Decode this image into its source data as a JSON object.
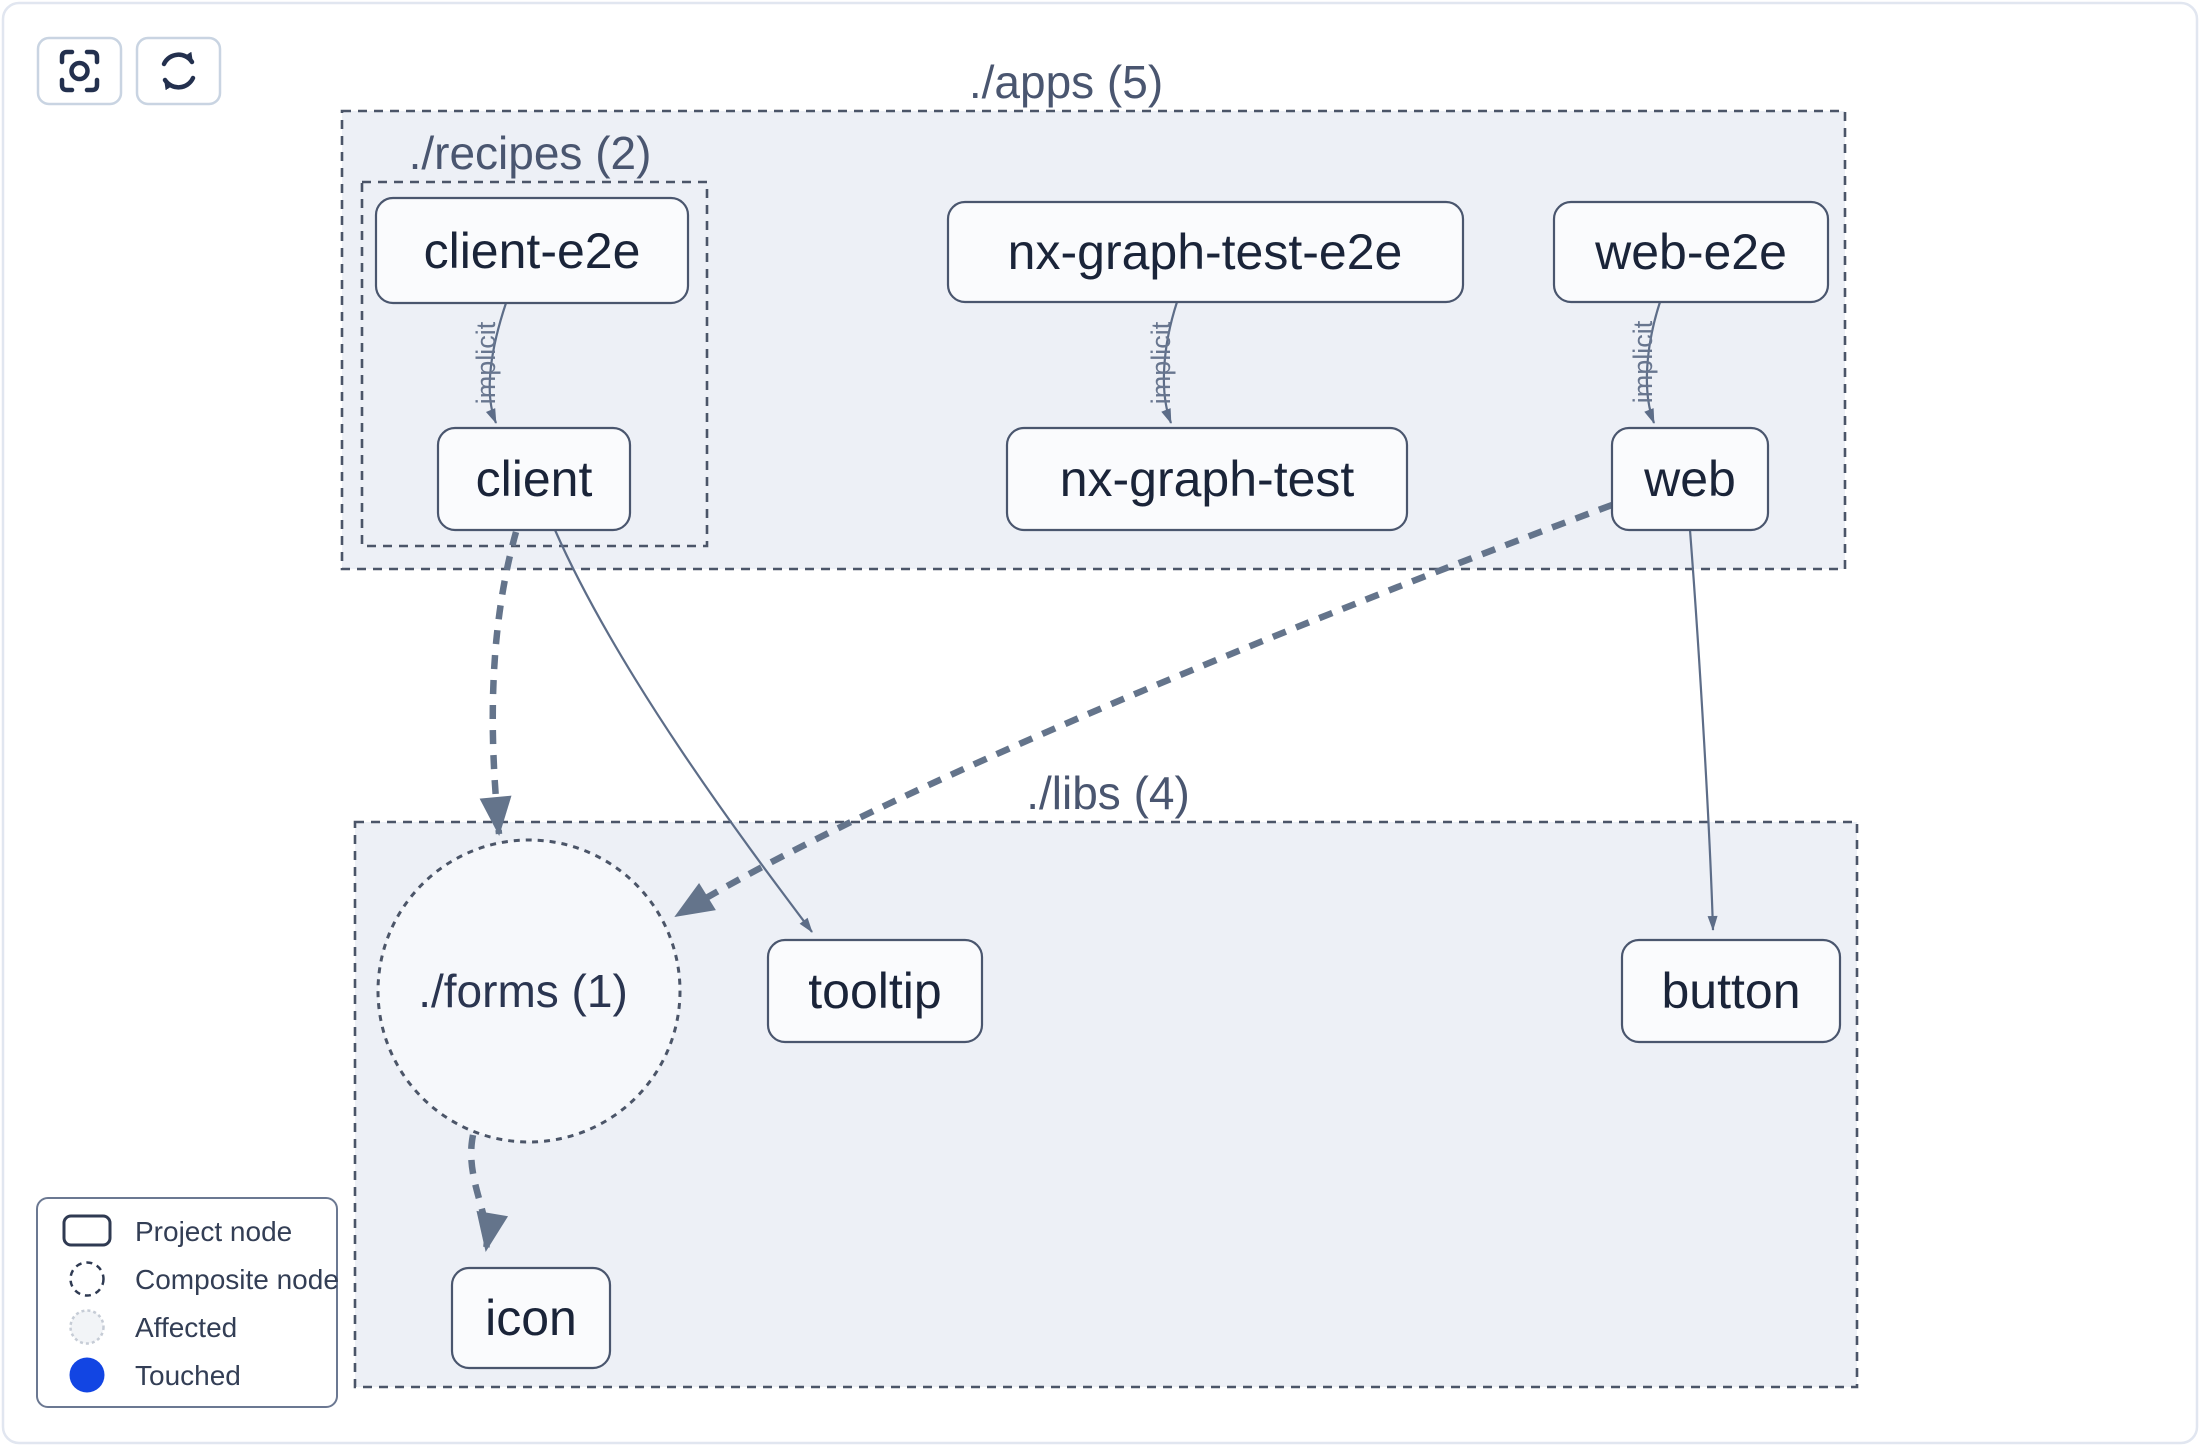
{
  "toolbar": {
    "buttons": [
      {
        "name": "focus-selection",
        "icon": "scan-focus-icon"
      },
      {
        "name": "refresh-graph",
        "icon": "refresh-icon"
      }
    ]
  },
  "groups": {
    "apps": {
      "label": "./apps (5)"
    },
    "recipes": {
      "label": "./recipes (2)"
    },
    "libs": {
      "label": "./libs (4)"
    },
    "forms": {
      "label": "./forms (1)",
      "type": "composite"
    }
  },
  "nodes": {
    "client_e2e": "client-e2e",
    "client": "client",
    "nx_graph_test_e2e": "nx-graph-test-e2e",
    "nx_graph_test": "nx-graph-test",
    "web_e2e": "web-e2e",
    "web": "web",
    "tooltip": "tooltip",
    "button": "button",
    "icon": "icon"
  },
  "edges": {
    "client_e2e_to_client": {
      "from": "client-e2e",
      "to": "client",
      "label": "implicit",
      "style": "solid"
    },
    "nx_graph_test_e2e_to_nx_graph_test": {
      "from": "nx-graph-test-e2e",
      "to": "nx-graph-test",
      "label": "implicit",
      "style": "solid"
    },
    "web_e2e_to_web": {
      "from": "web-e2e",
      "to": "web",
      "label": "implicit",
      "style": "solid"
    },
    "client_to_forms": {
      "from": "client",
      "to": "./forms (1)",
      "style": "thick-dashed"
    },
    "client_to_tooltip": {
      "from": "client",
      "to": "tooltip",
      "style": "solid"
    },
    "web_to_forms": {
      "from": "web",
      "to": "./forms (1)",
      "style": "thick-dashed"
    },
    "web_to_button": {
      "from": "web",
      "to": "button",
      "style": "solid"
    },
    "forms_to_icon": {
      "from": "./forms (1)",
      "to": "icon",
      "style": "thick-dashed"
    }
  },
  "legend": {
    "items": [
      {
        "label": "Project node",
        "swatch": "rect-outline"
      },
      {
        "label": "Composite node",
        "swatch": "dashed-circle"
      },
      {
        "label": "Affected",
        "swatch": "dotted-light-circle"
      },
      {
        "label": "Touched",
        "swatch": "solid-blue-circle",
        "color": "#1245e3"
      }
    ]
  },
  "colors": {
    "group_fill": "#edf0f6",
    "composite_fill": "#f6f8fb",
    "node_fill": "#fafbfd",
    "node_border": "#4a566e",
    "node_text": "#1a2439",
    "group_label": "#4a5670",
    "edge": "#5d6d88",
    "edge_thick": "#64748b",
    "touched_blue": "#1245e3",
    "card_border": "#e1e6f0"
  }
}
